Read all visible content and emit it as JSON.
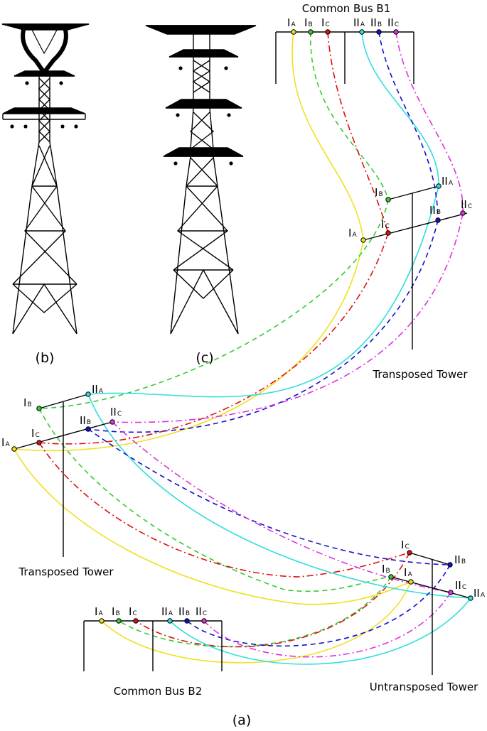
{
  "panel_labels": {
    "b": "(b)",
    "c": "(c)",
    "a": "(a)"
  },
  "bus_b1": {
    "title": "Common Bus B1",
    "phases": [
      {
        "main": "I",
        "sub": "A"
      },
      {
        "main": "I",
        "sub": "B"
      },
      {
        "main": "I",
        "sub": "C"
      },
      {
        "main": "II",
        "sub": "A"
      },
      {
        "main": "II",
        "sub": "B"
      },
      {
        "main": "II",
        "sub": "C"
      }
    ]
  },
  "bus_b2": {
    "title": "Common Bus B2",
    "phases": [
      {
        "main": "I",
        "sub": "A"
      },
      {
        "main": "I",
        "sub": "B"
      },
      {
        "main": "I",
        "sub": "C"
      },
      {
        "main": "II",
        "sub": "A"
      },
      {
        "main": "II",
        "sub": "B"
      },
      {
        "main": "II",
        "sub": "C"
      }
    ]
  },
  "tower_right": {
    "title": "Transposed Tower",
    "phases": [
      {
        "main": "I",
        "sub": "B"
      },
      {
        "main": "II",
        "sub": "A"
      },
      {
        "main": "I",
        "sub": "C"
      },
      {
        "main": "II",
        "sub": "B"
      },
      {
        "main": "I",
        "sub": "A"
      },
      {
        "main": "II",
        "sub": "C"
      }
    ]
  },
  "tower_left": {
    "title": "Transposed Tower",
    "phases": [
      {
        "main": "I",
        "sub": "B"
      },
      {
        "main": "II",
        "sub": "A"
      },
      {
        "main": "II",
        "sub": "B"
      },
      {
        "main": "II",
        "sub": "C"
      },
      {
        "main": "I",
        "sub": "C"
      },
      {
        "main": "I",
        "sub": "A"
      }
    ]
  },
  "tower_bottom": {
    "title": "Untransposed Tower",
    "phases": [
      {
        "main": "I",
        "sub": "C"
      },
      {
        "main": "II",
        "sub": "B"
      },
      {
        "main": "I",
        "sub": "B"
      },
      {
        "main": "I",
        "sub": "A"
      },
      {
        "main": "II",
        "sub": "C"
      },
      {
        "main": "II",
        "sub": "A"
      }
    ]
  },
  "wire_colors": {
    "IA": "#f0e020",
    "IB": "#33cc33",
    "IC": "#dd1111",
    "IIA": "#33dddd",
    "IIB": "#1111cc",
    "IIC": "#dd33dd"
  }
}
